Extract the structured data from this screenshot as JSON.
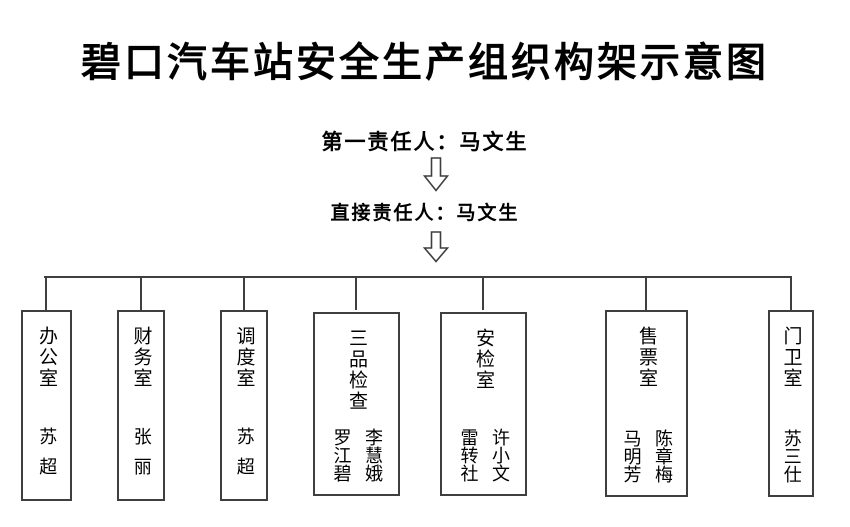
{
  "title": "碧口汽车站安全生产组织构架示意图",
  "hierarchy": {
    "level1_label": "第一责任人：马文生",
    "level2_label": "直接责任人：马文生"
  },
  "departments": [
    {
      "name": "办公室",
      "staff": [
        "苏超"
      ]
    },
    {
      "name": "财务室",
      "staff": [
        "张丽"
      ]
    },
    {
      "name": "调度室",
      "staff": [
        "苏超"
      ]
    },
    {
      "name": "三品检查",
      "staff": [
        "李慧娥",
        "罗江碧"
      ]
    },
    {
      "name": "安检室",
      "staff": [
        "许小文",
        "雷转社"
      ]
    },
    {
      "name": "售票室",
      "staff": [
        "陈章梅",
        "马明芳"
      ]
    },
    {
      "name": "门卫室",
      "staff": [
        "苏三仕"
      ]
    }
  ],
  "icons": {
    "down_arrow": "hollow-down-arrow"
  },
  "colors": {
    "line": "#3f3f3f",
    "text": "#000000",
    "background": "#ffffff"
  }
}
